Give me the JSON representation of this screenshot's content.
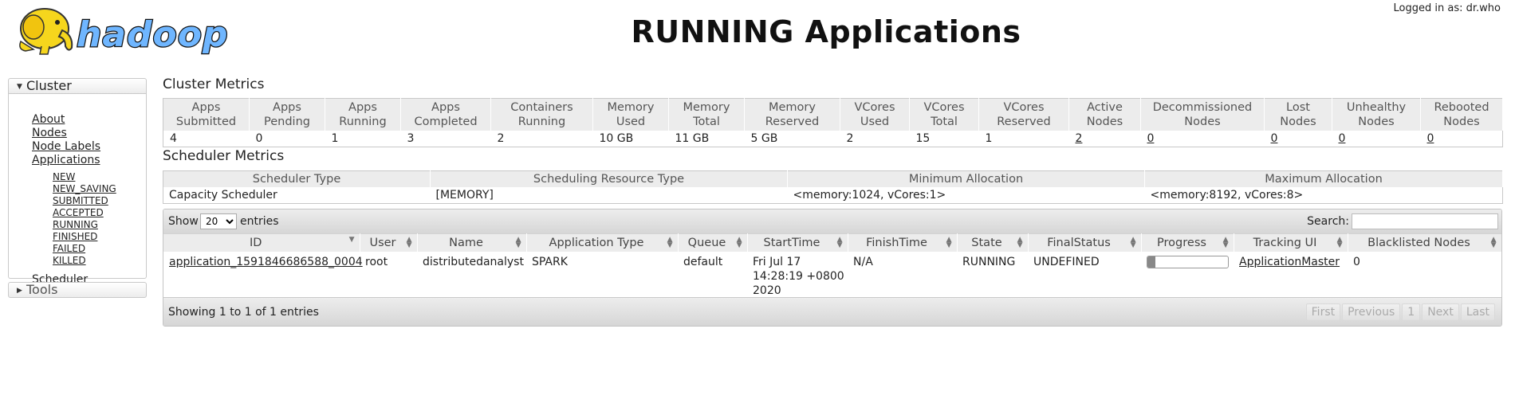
{
  "header": {
    "logo_text": "hadoop",
    "title": "RUNNING Applications",
    "logged_in": "Logged in as: dr.who"
  },
  "sidebar": {
    "cluster_label": "Cluster",
    "tools_label": "Tools",
    "links": [
      "About",
      "Nodes",
      "Node Labels",
      "Applications"
    ],
    "app_states": [
      "NEW",
      "NEW_SAVING",
      "SUBMITTED",
      "ACCEPTED",
      "RUNNING",
      "FINISHED",
      "FAILED",
      "KILLED"
    ],
    "scheduler": "Scheduler"
  },
  "cluster_metrics": {
    "title": "Cluster Metrics",
    "headers": [
      [
        "Apps",
        "Submitted"
      ],
      [
        "Apps",
        "Pending"
      ],
      [
        "Apps",
        "Running"
      ],
      [
        "Apps",
        "Completed"
      ],
      [
        "Containers",
        "Running"
      ],
      [
        "Memory",
        "Used"
      ],
      [
        "Memory",
        "Total"
      ],
      [
        "Memory",
        "Reserved"
      ],
      [
        "VCores",
        "Used"
      ],
      [
        "VCores",
        "Total"
      ],
      [
        "VCores",
        "Reserved"
      ],
      [
        "Active",
        "Nodes"
      ],
      [
        "Decommissioned",
        "Nodes"
      ],
      [
        "Lost",
        "Nodes"
      ],
      [
        "Unhealthy",
        "Nodes"
      ],
      [
        "Rebooted",
        "Nodes"
      ]
    ],
    "values": [
      "4",
      "0",
      "1",
      "3",
      "2",
      "10 GB",
      "11 GB",
      "5 GB",
      "2",
      "15",
      "1",
      "2",
      "0",
      "0",
      "0",
      "0"
    ]
  },
  "scheduler_metrics": {
    "title": "Scheduler Metrics",
    "headers": [
      "Scheduler Type",
      "Scheduling Resource Type",
      "Minimum Allocation",
      "Maximum Allocation"
    ],
    "values": [
      "Capacity Scheduler",
      "[MEMORY]",
      "<memory:1024, vCores:1>",
      "<memory:8192, vCores:8>"
    ]
  },
  "apps_table": {
    "show_label": "Show",
    "page_length": "20",
    "entries_label": "entries",
    "search_label": "Search:",
    "search_value": "",
    "columns": [
      "ID",
      "User",
      "Name",
      "Application Type",
      "Queue",
      "StartTime",
      "FinishTime",
      "State",
      "FinalStatus",
      "Progress",
      "Tracking UI",
      "Blacklisted Nodes"
    ],
    "rows": [
      {
        "id": "application_1591846686588_0004",
        "user": "root",
        "name": "distributedanalyst",
        "type": "SPARK",
        "queue": "default",
        "start_time": [
          "Fri Jul 17",
          "14:28:19 +0800",
          "2020"
        ],
        "finish_time": "N/A",
        "state": "RUNNING",
        "final_status": "UNDEFINED",
        "progress": 0.1,
        "tracking_ui": "ApplicationMaster",
        "blacklisted": "0"
      }
    ],
    "info": "Showing 1 to 1 of 1 entries",
    "pagination": [
      "First",
      "Previous",
      "1",
      "Next",
      "Last"
    ]
  }
}
